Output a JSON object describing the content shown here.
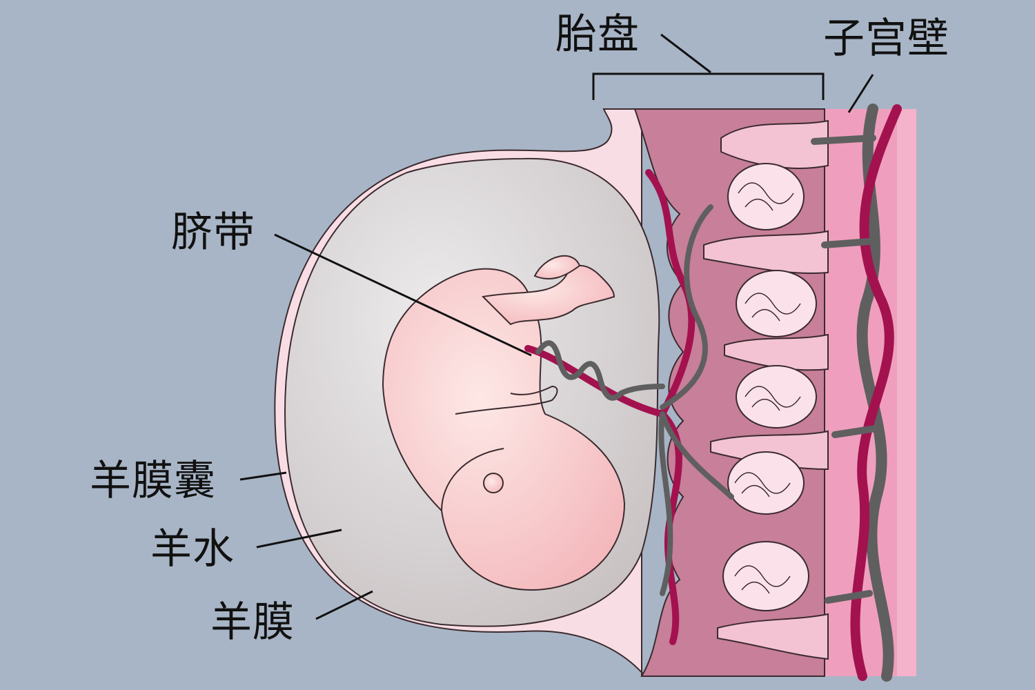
{
  "labels": {
    "placenta": "胎盘",
    "uterine_wall": "子宫壁",
    "umbilical_cord": "脐带",
    "amniotic_sac": "羊膜囊",
    "amniotic_fluid": "羊水",
    "amnion": "羊膜"
  },
  "colors": {
    "background": "#a8b5c6",
    "membrane": "#f9dde5",
    "amniotic_fluid": "#d9d5d6",
    "placenta": "#c77f9a",
    "uterine_wall": "#ef9fbd",
    "artery": "#a3124e",
    "vein": "#5f5f5f",
    "fetus": "#f8cfcf"
  }
}
